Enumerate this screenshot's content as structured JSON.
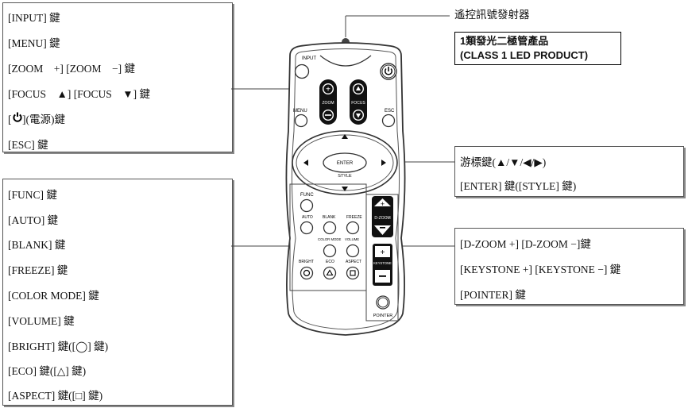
{
  "top_left_box": {
    "items": [
      "[INPUT] 鍵",
      "[MENU] 鍵",
      "[ZOOM　+] [ZOOM　−] 鍵",
      "[FOCUS　▲] [FOCUS　▼] 鍵",
      "[　](電源)鍵",
      "[ESC] 鍵"
    ]
  },
  "bottom_left_box": {
    "items": [
      "[FUNC] 鍵",
      "[AUTO] 鍵",
      "[BLANK] 鍵",
      "[FREEZE] 鍵",
      "[COLOR MODE] 鍵",
      "[VOLUME] 鍵",
      "[BRIGHT] 鍵([◯] 鍵)",
      "[ECO] 鍵([△] 鍵)",
      "[ASPECT] 鍵([□] 鍵)"
    ]
  },
  "right_mid_box": {
    "items": [
      "游標鍵(▲/▼/◀/▶)",
      "[ENTER] 鍵([STYLE] 鍵)"
    ]
  },
  "right_bottom_box": {
    "items": [
      "[D-ZOOM +] [D-ZOOM −]鍵",
      "[KEYSTONE +] [KEYSTONE −] 鍵",
      "[POINTER] 鍵"
    ]
  },
  "ir_label": "遙控訊號發射器",
  "class_label": {
    "line1": "1類發光二極管產品",
    "line2": "(CLASS 1 LED PRODUCT)"
  },
  "remote_labels": {
    "input": "INPUT",
    "zoom": "ZOOM",
    "focus": "FOCUS",
    "menu": "MENU",
    "esc": "ESC",
    "enter": "ENTER",
    "style": "STYLE",
    "func": "FUNC",
    "auto": "AUTO",
    "blank": "BLANK",
    "freeze": "FREEZE",
    "dzoom": "D-ZOOM",
    "colormode": "COLOR MODE",
    "volume": "VOLUME",
    "bright": "BRIGHT",
    "eco": "ECO",
    "aspect": "ASPECT",
    "keystone": "KEYSTONE",
    "pointer": "POINTER"
  }
}
